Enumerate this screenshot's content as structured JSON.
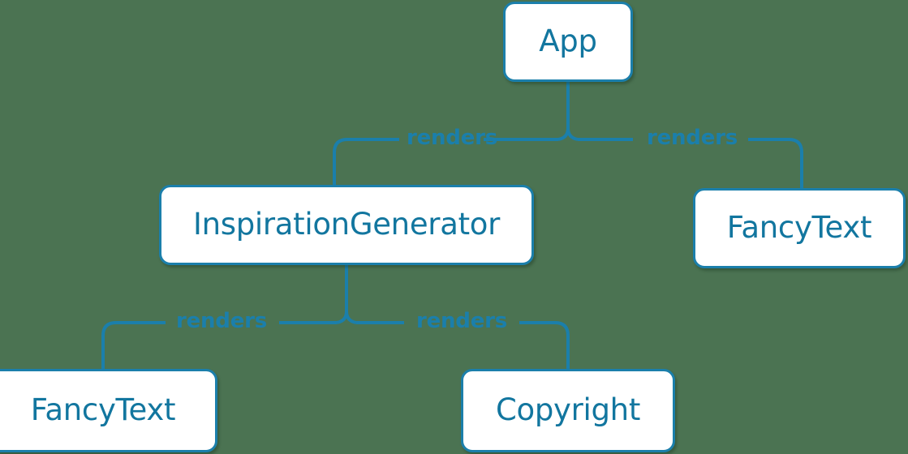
{
  "diagram": {
    "type": "component-tree",
    "background_color": "#4b7352",
    "node_fill_color": "#ffffff",
    "node_border_color": "#1b7fab",
    "node_text_color": "#12769f",
    "edge_color": "#1b7fab",
    "edge_label_color": "#1b7fab",
    "nodes": [
      {
        "id": "app",
        "label": "App"
      },
      {
        "id": "inspiration",
        "label": "InspirationGenerator"
      },
      {
        "id": "fancytext_right",
        "label": "FancyText"
      },
      {
        "id": "fancytext_left",
        "label": "FancyText"
      },
      {
        "id": "copyright",
        "label": "Copyright"
      }
    ],
    "edges": [
      {
        "id": "app_to_inspiration",
        "from": "App",
        "to": "InspirationGenerator",
        "label": "renders"
      },
      {
        "id": "app_to_fancytext_right",
        "from": "App",
        "to": "FancyText",
        "label": "renders"
      },
      {
        "id": "inspiration_to_fancytext",
        "from": "InspirationGenerator",
        "to": "FancyText",
        "label": "renders"
      },
      {
        "id": "inspiration_to_copyright",
        "from": "InspirationGenerator",
        "to": "Copyright",
        "label": "renders"
      }
    ]
  }
}
